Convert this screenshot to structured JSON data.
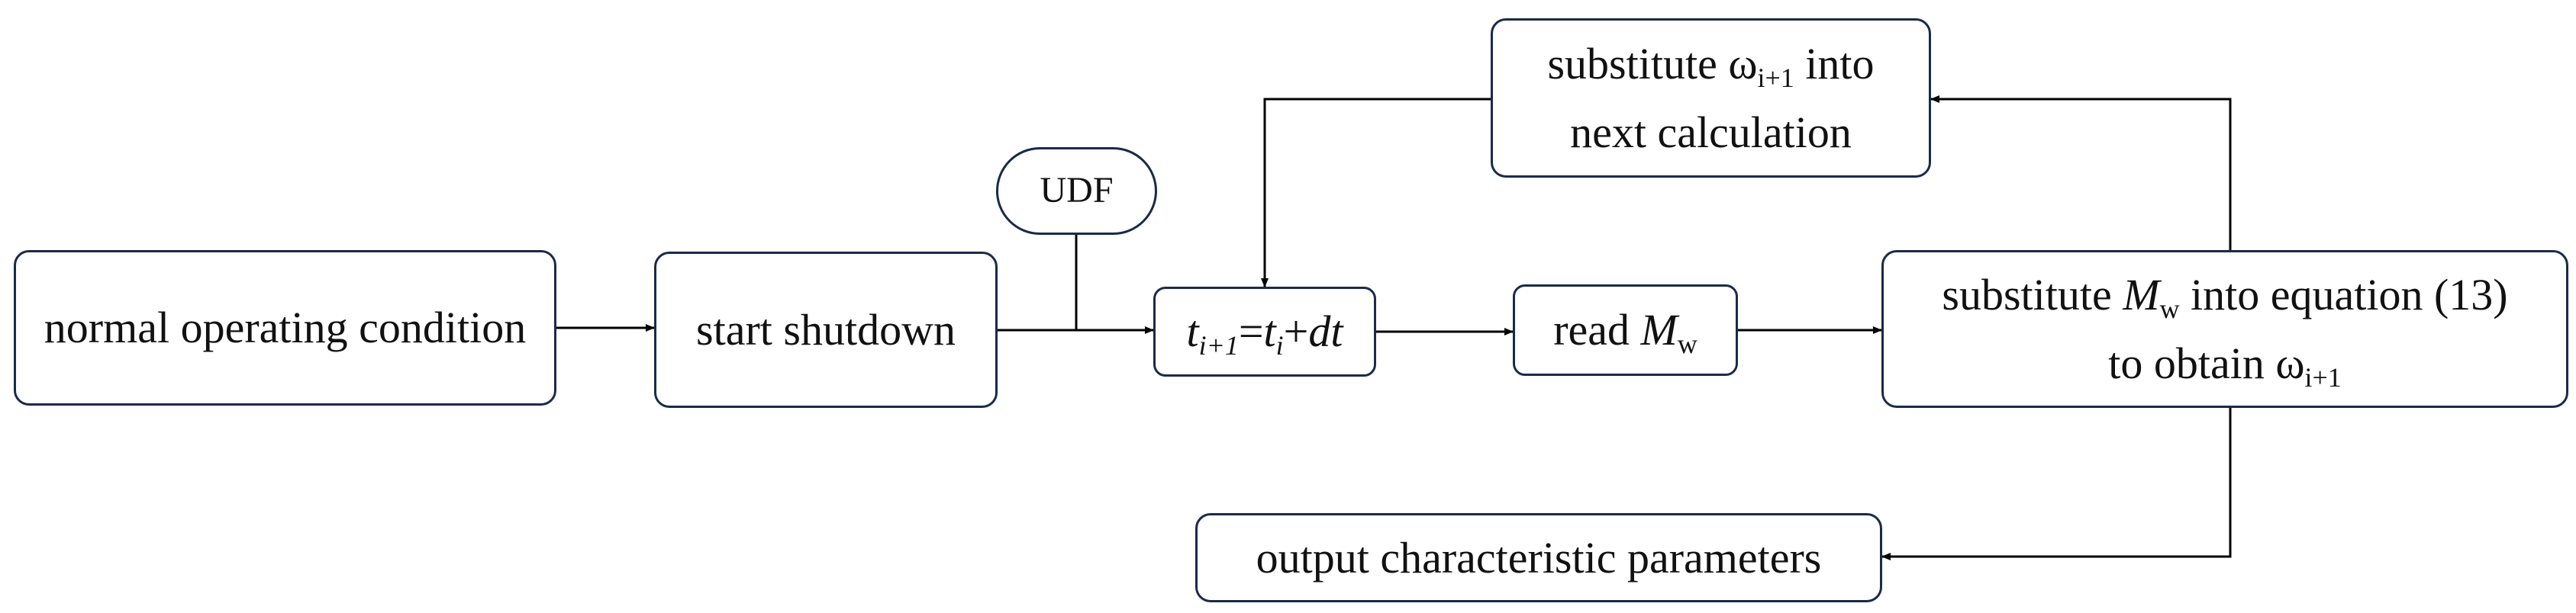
{
  "nodes": {
    "normal": {
      "label": "normal operating condition"
    },
    "start": {
      "label": "start shutdown"
    },
    "udf": {
      "label": "UDF"
    },
    "time_step": {
      "t": "t",
      "sub_next": "i+1",
      "equals": "=",
      "sub_i": "i",
      "plus": "+",
      "dt": "dt"
    },
    "read": {
      "prefix": "read ",
      "symbol": "M",
      "sub": "w"
    },
    "substitute_mw": {
      "line1_prefix": "substitute ",
      "symbol": "M",
      "sub": "w",
      "line1_suffix": " into equation (13)",
      "line2_prefix": "to obtain ",
      "omega": "ω",
      "omega_sub": "i+1"
    },
    "feedback": {
      "line1_prefix": "substitute ",
      "omega": "ω",
      "omega_sub": "i+1",
      "line1_suffix": " into",
      "line2": "next calculation"
    },
    "output": {
      "label": "output characteristic parameters"
    }
  },
  "colors": {
    "border": "#1a2a4a",
    "arrow": "#000000",
    "background": "#ffffff"
  }
}
